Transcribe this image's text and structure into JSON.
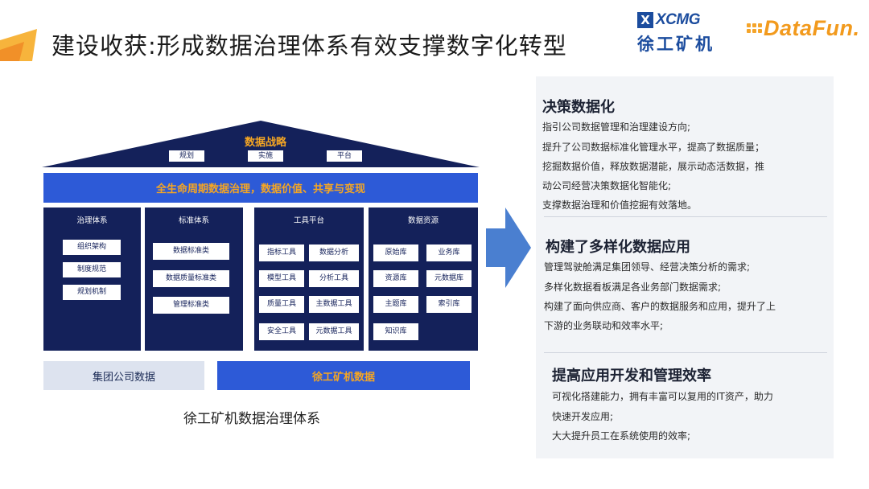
{
  "header": {
    "title": "建设收获:形成数据治理体系有效支撑数字化转型",
    "xcmg_logo": {
      "mark": "X",
      "word": "XCMG",
      "chinese": "徐工矿机"
    },
    "datafun_logo": "DataFun."
  },
  "diagram": {
    "roof": {
      "title": "数据战略",
      "items": [
        "规划",
        "实施",
        "平台"
      ]
    },
    "lifecycle_band": "全生命周期数据治理，数据价值、共享与变现",
    "pillars": [
      {
        "title": "治理体系",
        "boxes": [
          "组织架构",
          "制度规范",
          "规划机制"
        ]
      },
      {
        "title": "标准体系",
        "boxes": [
          "数据标准类",
          "数据质量标准类",
          "管理标准类"
        ]
      },
      {
        "title": "工具平台",
        "boxes": [
          "指标工具",
          "数据分析",
          "模型工具",
          "分析工具",
          "质量工具",
          "主数据工具",
          "安全工具",
          "元数据工具"
        ]
      },
      {
        "title": "数据资源",
        "boxes": [
          "原始库",
          "业务库",
          "资源库",
          "元数据库",
          "主题库",
          "索引库",
          "知识库"
        ]
      }
    ],
    "base": {
      "left": "集团公司数据",
      "right": "徐工矿机数据"
    },
    "caption": "徐工矿机数据治理体系"
  },
  "panel": {
    "sections": [
      {
        "heading": "决策数据化",
        "lines": [
          "指引公司数据管理和治理建设方向;",
          "提升了公司数据标准化管理水平，提高了数据质量；",
          "挖掘数据价值，释放数据潜能，展示动态活数据，推",
          "动公司经营决策数据化智能化;",
          "支撑数据治理和价值挖掘有效落地。"
        ]
      },
      {
        "heading": "构建了多样化数据应用",
        "lines": [
          "管理驾驶舱满足集团领导、经营决策分析的需求;",
          "多样化数据看板满足各业务部门数据需求;",
          "构建了面向供应商、客户的数据服务和应用，提升了上",
          "下游的业务联动和效率水平;"
        ]
      },
      {
        "heading": "提高应用开发和管理效率",
        "lines": [
          "可视化搭建能力，拥有丰富可以复用的IT资产，助力",
          "快速开发应用;",
          "大大提升员工在系统使用的效率;"
        ]
      }
    ]
  },
  "colors": {
    "navy": "#14215a",
    "blue": "#2d5ad7",
    "orange": "#f5a623",
    "arrow": "#4a7fd0",
    "panel_bg": "#f2f4f7"
  }
}
